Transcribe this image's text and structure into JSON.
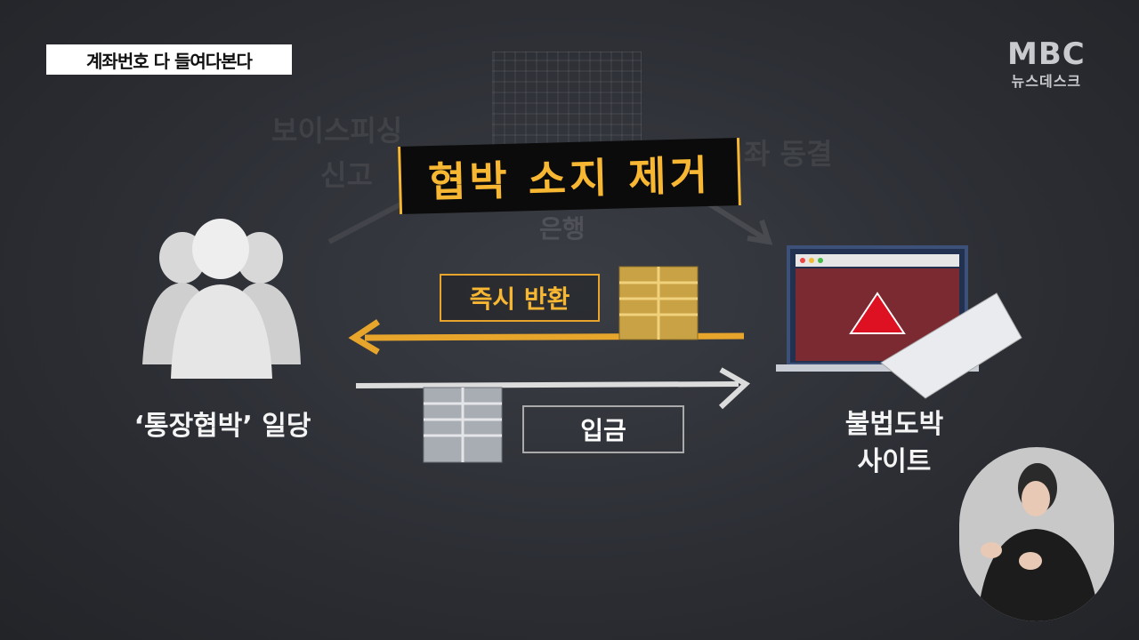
{
  "caption": "계좌번호 다 들여다본다",
  "logo": {
    "brand": "MBC",
    "program": "뉴스데스크"
  },
  "background_labels": {
    "voice_phishing": "보이스피싱",
    "report": "신고",
    "freeze": "좌 동결",
    "bank": "은행"
  },
  "headline": "협박 소지 제거",
  "flow": {
    "return_label": "즉시 반환",
    "deposit_label": "입금"
  },
  "actors": {
    "left": "‘통장협박’ 일당",
    "right_line1": "불법도박",
    "right_line2": "사이트"
  },
  "colors": {
    "accent": "#f8b733",
    "background": "#2b2d33"
  }
}
